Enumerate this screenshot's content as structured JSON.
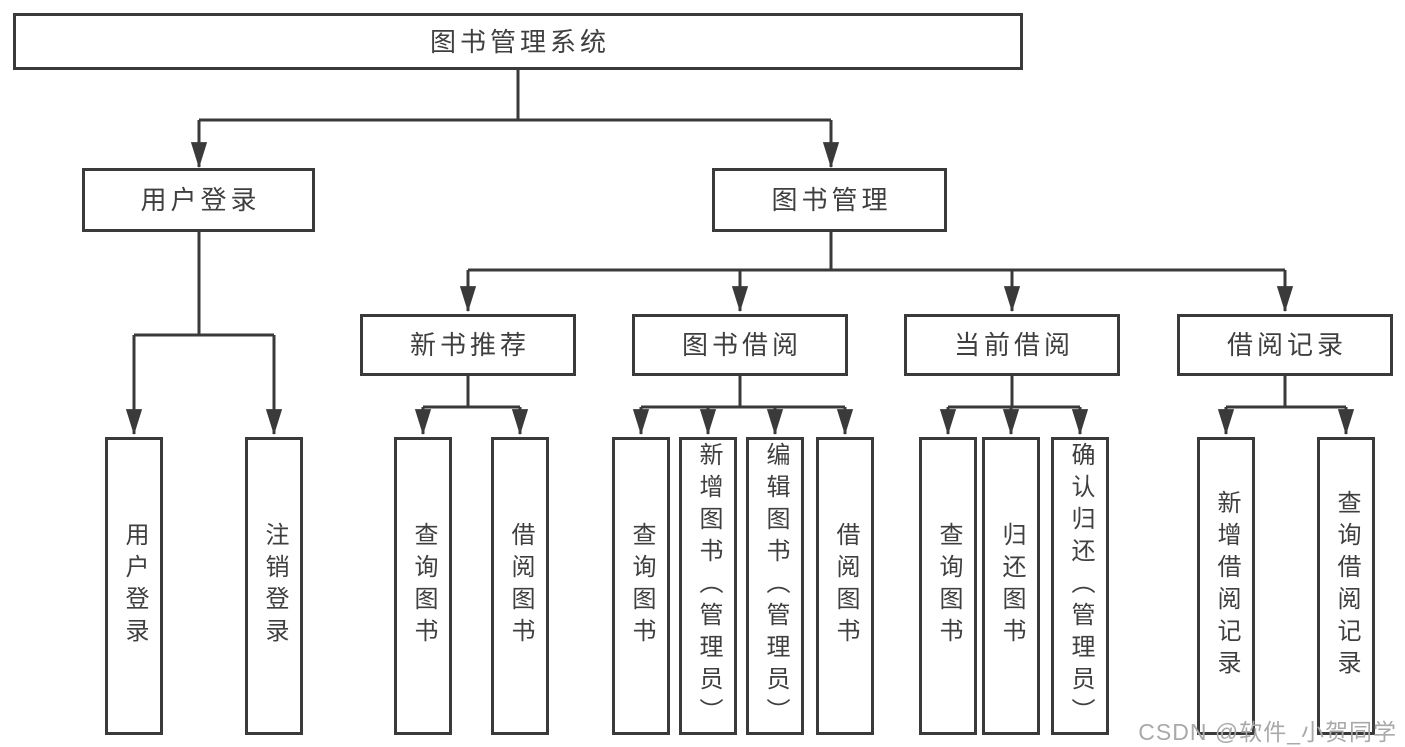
{
  "diagram_title": "图书管理系统",
  "nodes": {
    "root": "图书管理系统",
    "branches": [
      "用户登录",
      "图书管理"
    ],
    "modules": [
      "新书推荐",
      "图书借阅",
      "当前借阅",
      "借阅记录"
    ],
    "leaves": [
      "用户登录",
      "注销登录",
      "查询图书",
      "借阅图书",
      "查询图书",
      "新增图书（管理员）",
      "编辑图书（管理员）",
      "借阅图书",
      "查询图书",
      "归还图书",
      "确认归还（管理员）",
      "新增借阅记录",
      "查询借阅记录"
    ]
  },
  "hierarchy": {
    "图书管理系统": [
      "用户登录",
      "图书管理"
    ],
    "用户登录": [
      "用户登录",
      "注销登录"
    ],
    "图书管理": [
      "新书推荐",
      "图书借阅",
      "当前借阅",
      "借阅记录"
    ],
    "新书推荐": [
      "查询图书",
      "借阅图书"
    ],
    "图书借阅": [
      "查询图书",
      "新增图书（管理员）",
      "编辑图书（管理员）",
      "借阅图书"
    ],
    "当前借阅": [
      "查询图书",
      "归还图书",
      "确认归还（管理员）"
    ],
    "借阅记录": [
      "新增借阅记录",
      "查询借阅记录"
    ]
  },
  "watermark": "CSDN @软件_小贺同学",
  "colors": {
    "line": "#3a3a3a",
    "text": "#3f3f3f",
    "box_fill": "#ffffff",
    "background": "#ffffff",
    "watermark": "#a9a9a9"
  }
}
